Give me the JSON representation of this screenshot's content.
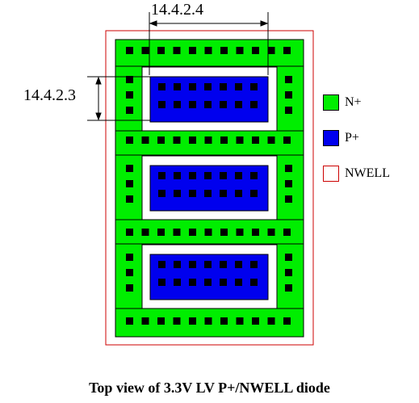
{
  "diagram": {
    "dimension_labels": {
      "horizontal": "14.4.2.4",
      "vertical": "14.4.2.3"
    },
    "legend": [
      {
        "id": "nplus",
        "label": "N+",
        "color": "#00ee00",
        "border": "#000000"
      },
      {
        "id": "pplus",
        "label": "P+",
        "color": "#0000ee",
        "border": "#000000"
      },
      {
        "id": "nwell",
        "label": "NWELL",
        "color": "#ffffff",
        "border": "#cc0000"
      }
    ],
    "caption": "Top view of 3.3V LV P+/NWELL diode",
    "colors": {
      "nwell_outline": "#cc0000",
      "nplus": "#00ee00",
      "pplus": "#0000ee",
      "contact": "#000000",
      "gap": "#ffffff"
    },
    "structure": {
      "pplus_regions": 3,
      "pplus_contact_rows": 2,
      "pplus_contact_columns": 7,
      "nplus_strip_contacts": 11
    }
  }
}
